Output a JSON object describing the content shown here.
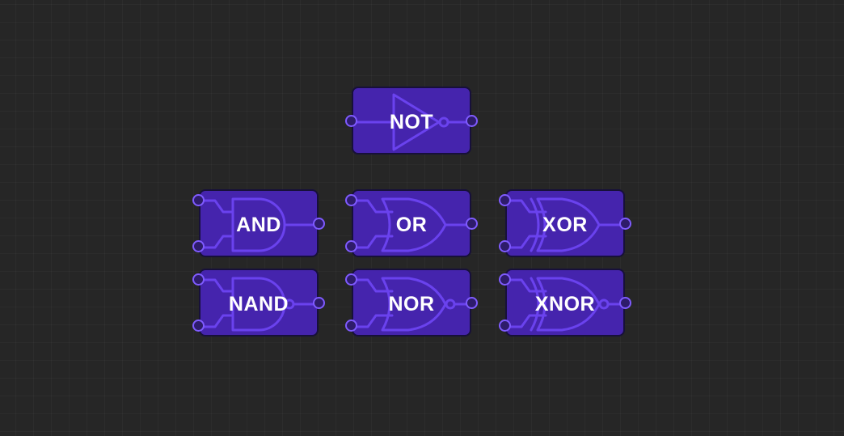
{
  "canvas": {
    "gates": [
      {
        "id": "not",
        "label": "NOT",
        "type": "not"
      },
      {
        "id": "and",
        "label": "AND",
        "type": "and"
      },
      {
        "id": "or",
        "label": "OR",
        "type": "or"
      },
      {
        "id": "xor",
        "label": "XOR",
        "type": "xor"
      },
      {
        "id": "nand",
        "label": "NAND",
        "type": "nand"
      },
      {
        "id": "nor",
        "label": "NOR",
        "type": "nor"
      },
      {
        "id": "xnor",
        "label": "XNOR",
        "type": "xnor"
      }
    ]
  },
  "colors": {
    "background": "#262626",
    "gate_fill": "#4524ad",
    "gate_border": "#17103a",
    "symbol_stroke": "#6a42ee",
    "pin_stroke": "#7f5bff",
    "label": "#ffffff"
  }
}
